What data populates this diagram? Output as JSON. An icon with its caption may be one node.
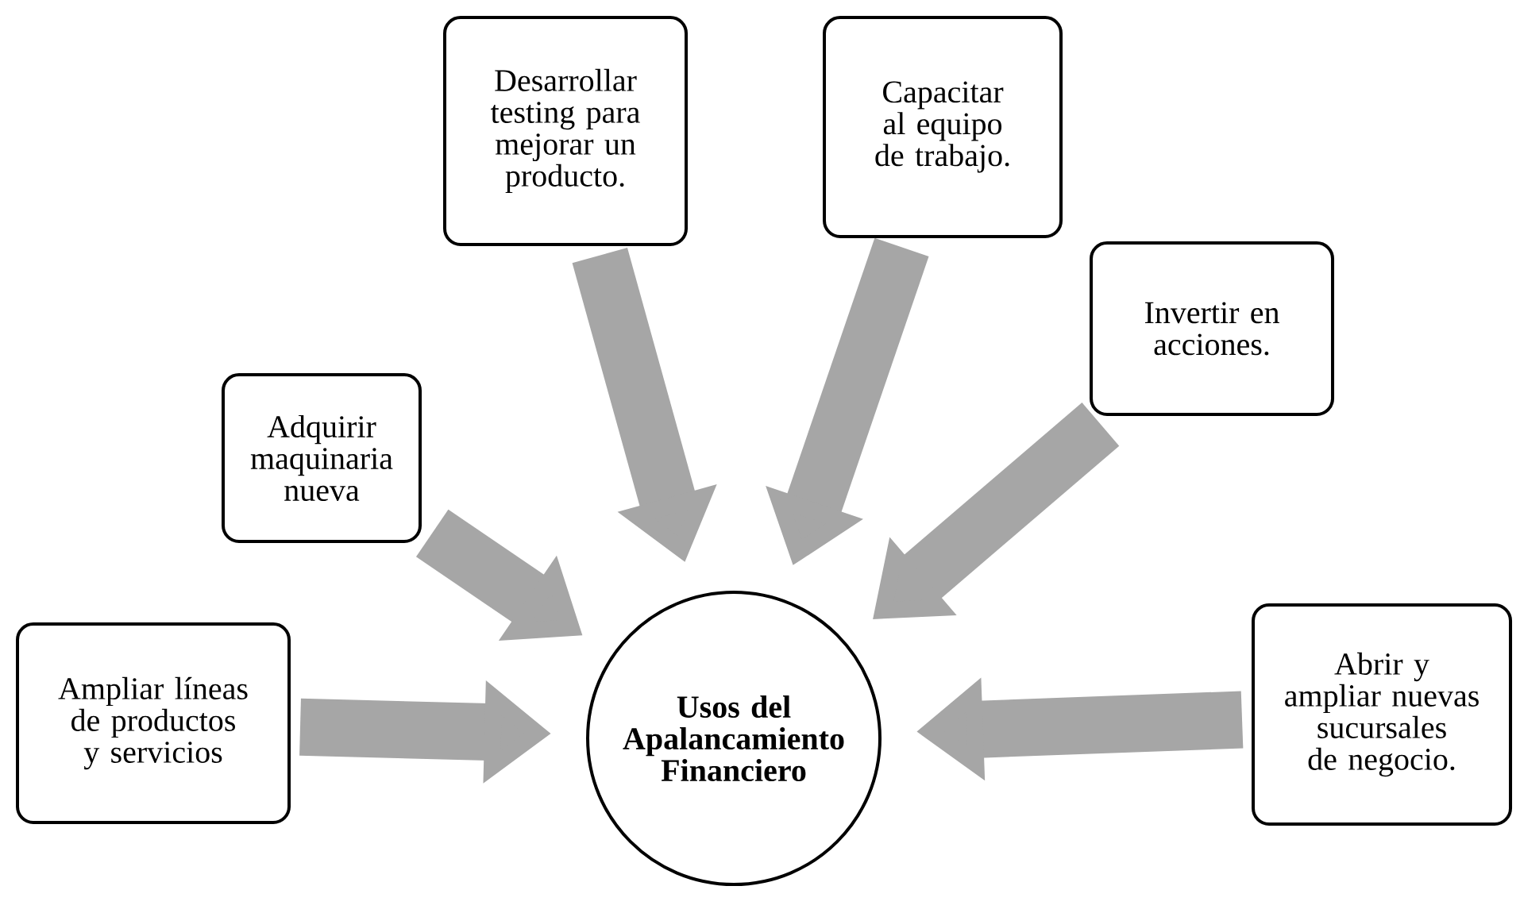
{
  "diagram": {
    "nodes": [
      {
        "text": [
          "Ampliar líneas de productos y servicios"
        ]
      },
      {
        "text": [
          "Adquirir maquinaria nueva"
        ]
      },
      {
        "text": [
          "Desarrollar testing para mejorar un producto."
        ]
      },
      {
        "text": [
          "Capacitar al equipo de trabajo."
        ]
      },
      {
        "text": [
          "Invertir en acciones."
        ]
      },
      {
        "text": [
          "Abrir y ampliar nuevas sucursales de negocio."
        ]
      },
      {
        "text": [
          "**Usos del Apalancamiento Financiero**"
        ]
      }
    ],
    "edges": [
      {
        "from": 0,
        "to": 6,
        "arrow": "to"
      },
      {
        "from": 1,
        "to": 6,
        "arrow": "to"
      },
      {
        "from": 2,
        "to": 6,
        "arrow": "to"
      },
      {
        "from": 3,
        "to": 6,
        "arrow": "to"
      },
      {
        "from": 4,
        "to": 6,
        "arrow": "to"
      },
      {
        "from": 5,
        "to": 6,
        "arrow": "to"
      }
    ]
  }
}
